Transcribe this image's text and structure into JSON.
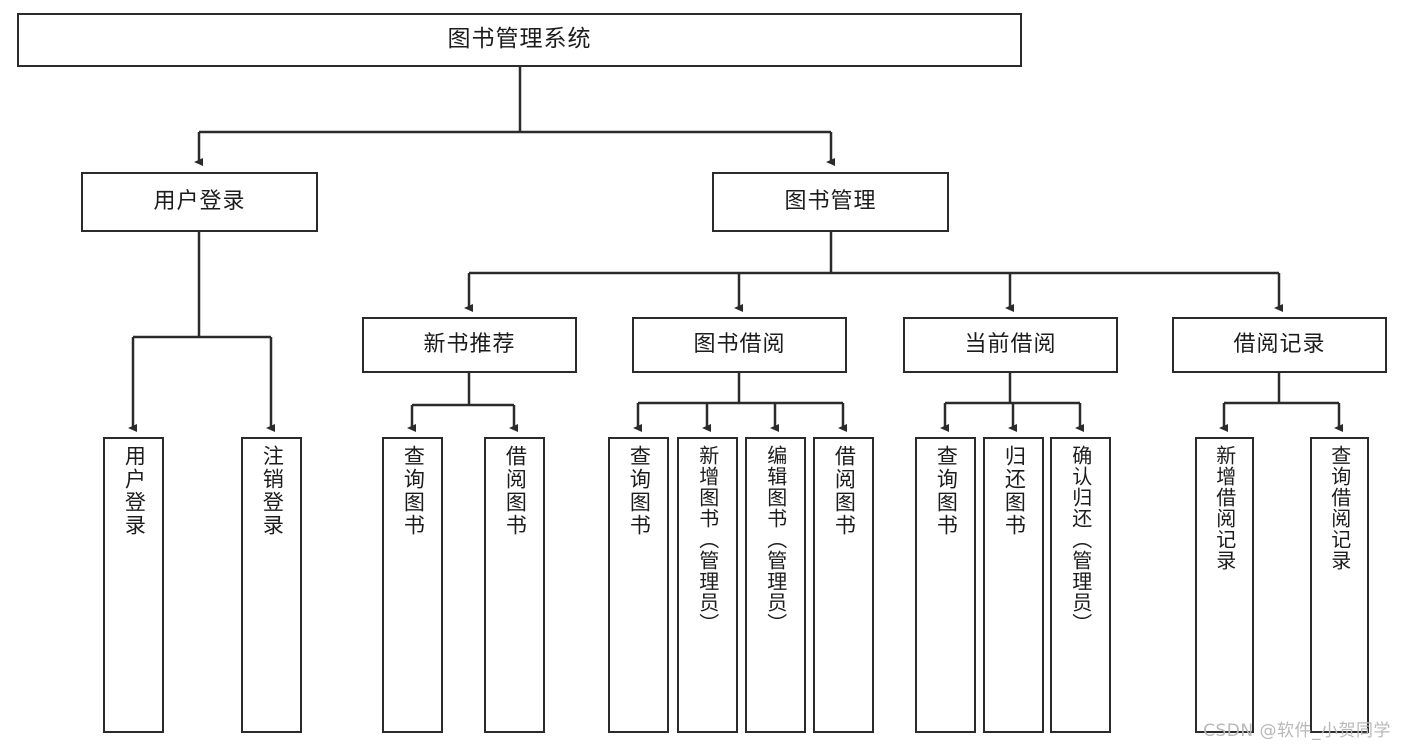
{
  "diagram": {
    "type": "hierarchy-tree",
    "title": "图书管理系统",
    "watermark": "CSDN @软件_小贺同学",
    "colors": {
      "box_border": "#2b2b2b",
      "box_fill": "#ffffff",
      "connector": "#2b2b2b",
      "text": "#1c1c1c",
      "watermark": "#b9b9b9"
    },
    "nodes": {
      "root": {
        "label": "图书管理系统"
      },
      "level2": [
        {
          "label": "用户登录"
        },
        {
          "label": "图书管理"
        }
      ],
      "level3": [
        {
          "label": "新书推荐"
        },
        {
          "label": "图书借阅"
        },
        {
          "label": "当前借阅"
        },
        {
          "label": "借阅记录"
        }
      ],
      "leaves": {
        "user_login": [
          {
            "label": "用户登录"
          },
          {
            "label": "注销登录"
          }
        ],
        "new_book_recommend": [
          {
            "label": "查询图书"
          },
          {
            "label": "借阅图书"
          }
        ],
        "book_borrow": [
          {
            "label": "查询图书"
          },
          {
            "label": "新增图书（管理员）"
          },
          {
            "label": "编辑图书（管理员）"
          },
          {
            "label": "借阅图书"
          }
        ],
        "current_borrow": [
          {
            "label": "查询图书"
          },
          {
            "label": "归还图书"
          },
          {
            "label": "确认归还（管理员）"
          }
        ],
        "borrow_record": [
          {
            "label": "新增借阅记录"
          },
          {
            "label": "查询借阅记录"
          }
        ]
      }
    }
  }
}
